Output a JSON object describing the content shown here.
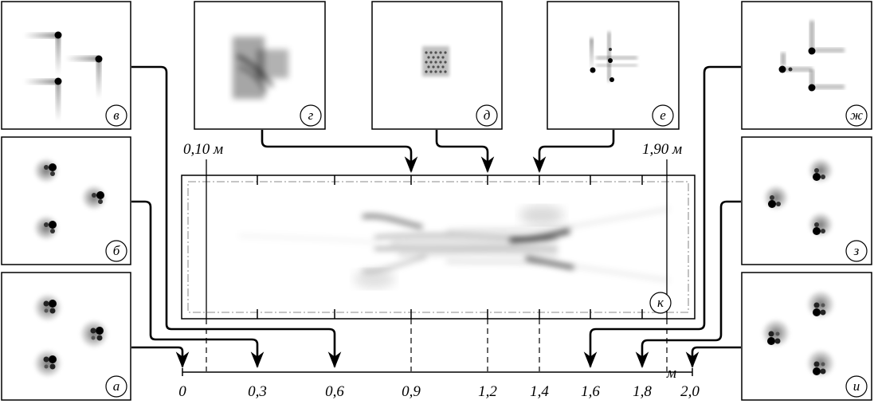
{
  "panels": [
    {
      "key": "a",
      "label": "а"
    },
    {
      "key": "b",
      "label": "б"
    },
    {
      "key": "v",
      "label": "в"
    },
    {
      "key": "g",
      "label": "г"
    },
    {
      "key": "d",
      "label": "д"
    },
    {
      "key": "e",
      "label": "е"
    },
    {
      "key": "zh",
      "label": "ж"
    },
    {
      "key": "z",
      "label": "з"
    },
    {
      "key": "i",
      "label": "и"
    },
    {
      "key": "k",
      "label": "к"
    }
  ],
  "marks": {
    "start": "0,10 м",
    "end": "1,90 м"
  },
  "axis": {
    "unit": "м",
    "ticks": [
      "0",
      "0,3",
      "0,6",
      "0,9",
      "1,2",
      "1,4",
      "1,6",
      "1,8",
      "2,0"
    ]
  }
}
